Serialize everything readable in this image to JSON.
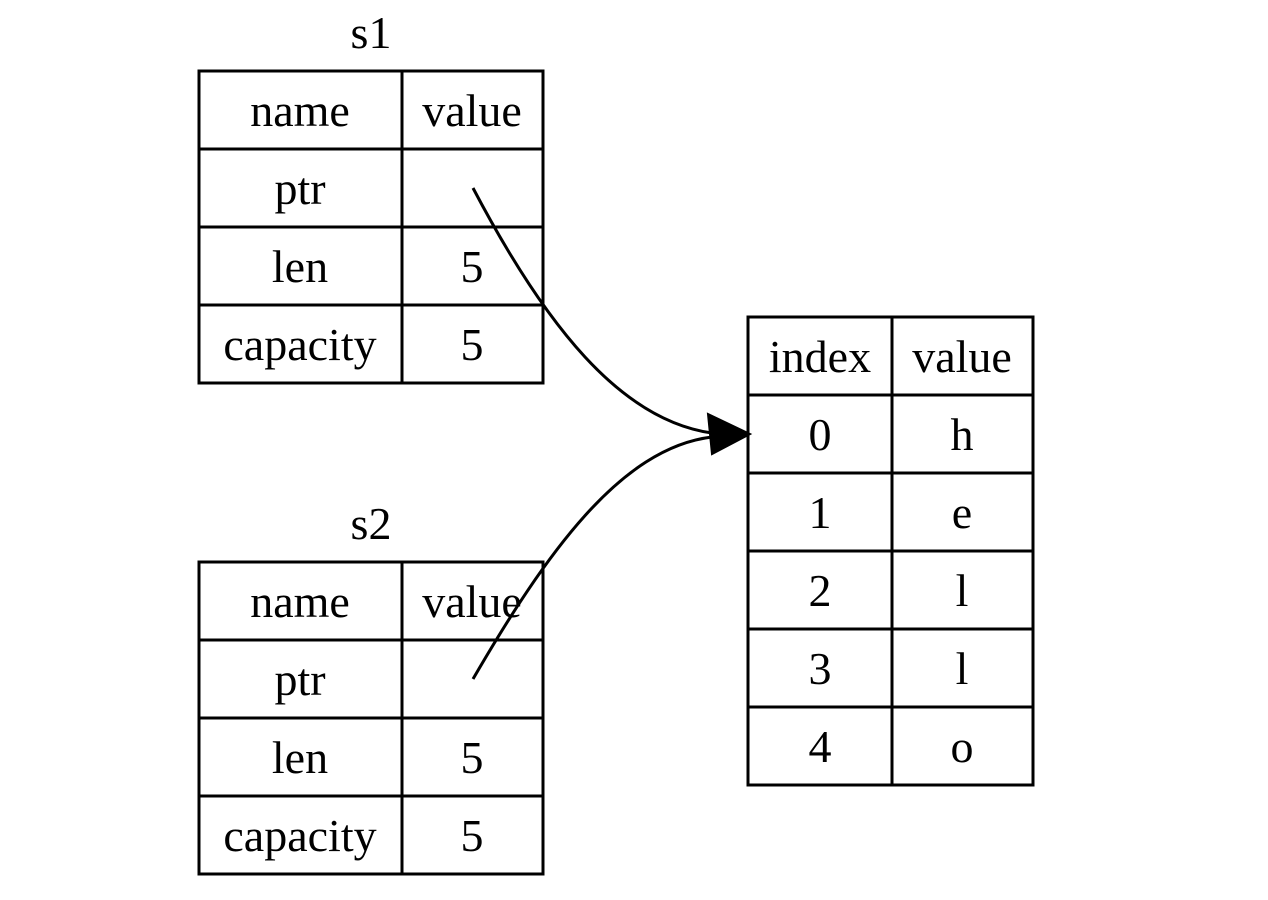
{
  "s1": {
    "title": "s1",
    "headers": [
      "name",
      "value"
    ],
    "rows": [
      [
        "ptr",
        ""
      ],
      [
        "len",
        "5"
      ],
      [
        "capacity",
        "5"
      ]
    ]
  },
  "s2": {
    "title": "s2",
    "headers": [
      "name",
      "value"
    ],
    "rows": [
      [
        "ptr",
        ""
      ],
      [
        "len",
        "5"
      ],
      [
        "capacity",
        "5"
      ]
    ]
  },
  "heap": {
    "headers": [
      "index",
      "value"
    ],
    "rows": [
      [
        "0",
        "h"
      ],
      [
        "1",
        "e"
      ],
      [
        "2",
        "l"
      ],
      [
        "3",
        "l"
      ],
      [
        "4",
        "o"
      ]
    ]
  },
  "arrows": [
    {
      "from": "s1.ptr",
      "to": "heap.0"
    },
    {
      "from": "s2.ptr",
      "to": "heap.0"
    }
  ]
}
